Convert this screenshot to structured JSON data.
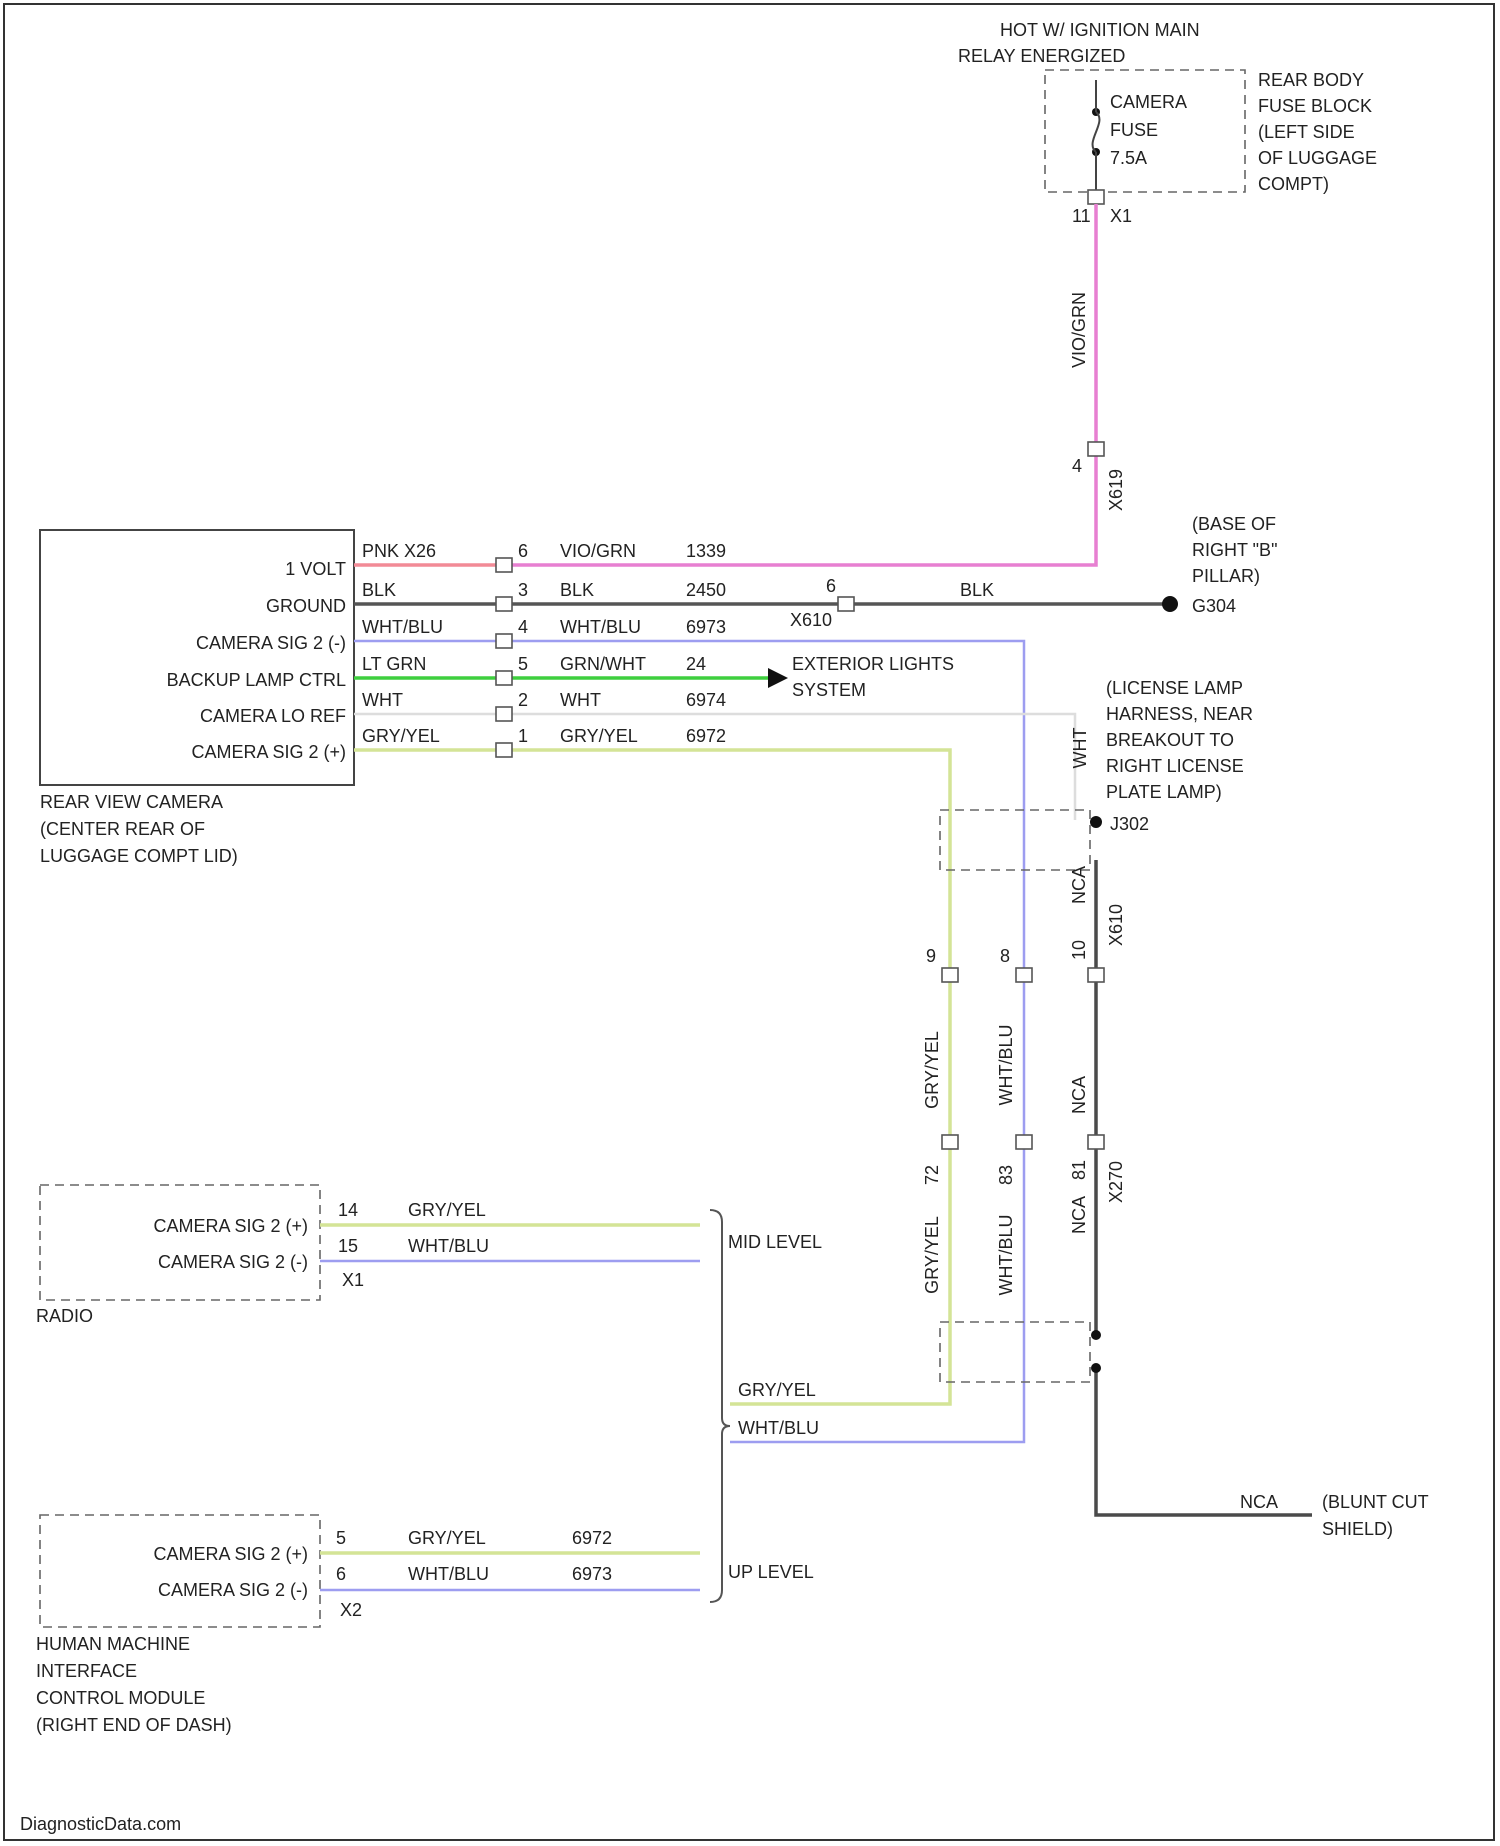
{
  "fuse_block": {
    "condition": [
      "HOT W/ IGNITION MAIN",
      "RELAY ENERGIZED"
    ],
    "fuse": [
      "CAMERA",
      "FUSE",
      "7.5A"
    ],
    "location": [
      "REAR BODY",
      "FUSE BLOCK",
      "(LEFT SIDE",
      "OF LUGGAGE",
      "COMPT)"
    ],
    "pin": "11",
    "connector": "X1"
  },
  "power_wire": {
    "color": "VIO/GRN",
    "splice_pin": "4",
    "splice_connector": "X619"
  },
  "camera": {
    "name": [
      "REAR VIEW CAMERA",
      "(CENTER REAR OF",
      "LUGGAGE COMPT LID)"
    ],
    "pins": [
      {
        "label": "1 VOLT",
        "wire_left": "PNK X26",
        "pin": "6",
        "wire_right": "VIO/GRN",
        "circuit": "1339"
      },
      {
        "label": "GROUND",
        "wire_left": "BLK",
        "pin": "3",
        "wire_right": "BLK",
        "circuit": "2450"
      },
      {
        "label": "CAMERA SIG 2 (-)",
        "wire_left": "WHT/BLU",
        "pin": "4",
        "wire_right": "WHT/BLU",
        "circuit": "6973"
      },
      {
        "label": "BACKUP LAMP CTRL",
        "wire_left": "LT GRN",
        "pin": "5",
        "wire_right": "GRN/WHT",
        "circuit": "24"
      },
      {
        "label": "CAMERA LO REF",
        "wire_left": "WHT",
        "pin": "2",
        "wire_right": "WHT",
        "circuit": "6974"
      },
      {
        "label": "CAMERA SIG 2 (+)",
        "wire_left": "GRY/YEL",
        "pin": "1",
        "wire_right": "GRY/YEL",
        "circuit": "6972"
      }
    ]
  },
  "ground": {
    "connector_pin": "6",
    "connector": "X610",
    "wire": "BLK",
    "location": [
      "(BASE OF",
      "RIGHT \"B\"",
      "PILLAR)"
    ],
    "id": "G304"
  },
  "exterior_lights": [
    "EXTERIOR LIGHTS",
    "SYSTEM"
  ],
  "license_lamp": {
    "text": [
      "(LICENSE LAMP",
      "HARNESS, NEAR",
      "BREAKOUT TO",
      "RIGHT LICENSE",
      "PLATE LAMP)"
    ],
    "id": "J302",
    "wire": "WHT"
  },
  "inline_connector_upper": {
    "pins": [
      "9",
      "8",
      "10"
    ],
    "wire_label": "NCA",
    "connector": "X610"
  },
  "inline_connector_lower": {
    "pins": [
      "72",
      "83",
      "81"
    ],
    "wire_labels": [
      "GRY/YEL",
      "WHT/BLU",
      "NCA"
    ],
    "connector": "X270"
  },
  "vertical_labels": {
    "upper": [
      "GRY/YEL",
      "WHT/BLU",
      "NCA"
    ],
    "lower": [
      "GRY/YEL",
      "WHT/BLU",
      "NCA"
    ]
  },
  "radio": {
    "name": "RADIO",
    "pins": [
      {
        "label": "CAMERA SIG 2 (+)",
        "pin": "14",
        "wire": "GRY/YEL"
      },
      {
        "label": "CAMERA SIG 2 (-)",
        "pin": "15",
        "wire": "WHT/BLU"
      }
    ],
    "connector": "X1"
  },
  "hmi": {
    "name": [
      "HUMAN MACHINE",
      "INTERFACE",
      "CONTROL MODULE",
      "(RIGHT END OF DASH)"
    ],
    "pins": [
      {
        "label": "CAMERA SIG 2 (+)",
        "pin": "5",
        "wire": "GRY/YEL",
        "circuit": "6972"
      },
      {
        "label": "CAMERA SIG 2 (-)",
        "pin": "6",
        "wire": "WHT/BLU",
        "circuit": "6973"
      }
    ],
    "connector": "X2"
  },
  "levels": {
    "mid": "MID LEVEL",
    "up": "UP LEVEL"
  },
  "merge_wires": [
    "GRY/YEL",
    "WHT/BLU"
  ],
  "shield": {
    "wire": "NCA",
    "text": [
      "(BLUNT CUT",
      "SHIELD)"
    ]
  },
  "watermark": "DiagnosticData.com",
  "colors": {
    "pink": "#e77fd1",
    "red_pink": "#f28a96",
    "black": "#555555",
    "lavender": "#9d9df0",
    "green": "#3ecf3e",
    "yellow_green": "#d4e496",
    "white_wire": "#dddddd",
    "dark": "#4a4a4a"
  }
}
